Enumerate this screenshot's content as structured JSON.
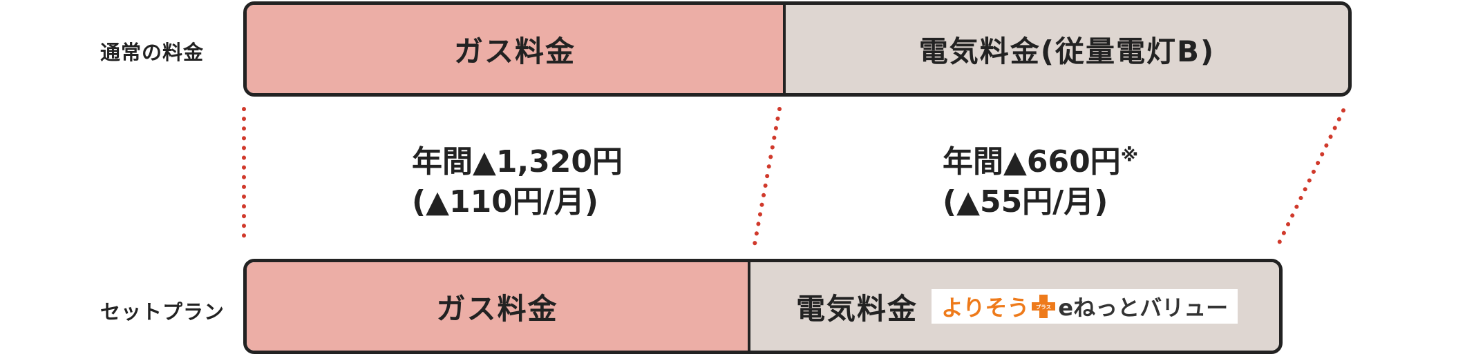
{
  "labels": {
    "normal": "通常の料金",
    "set_plan": "セットプラン"
  },
  "normal_bar": {
    "gas": "ガス料金",
    "electric": "電気料金(従量電灯B)"
  },
  "savings": {
    "gas_annual": "年間▲1,320円",
    "gas_monthly": "(▲110円/月)",
    "electric_annual": "年間▲660円",
    "electric_note_mark": "※",
    "electric_monthly": "(▲55円/月)"
  },
  "set_bar": {
    "gas": "ガス料金",
    "electric": "電気料金",
    "badge": {
      "brand": "よりそう",
      "plus_icon": "plus-icon",
      "plus_text": "プラス",
      "product": "eねっとバリュー"
    }
  },
  "colors": {
    "gas": "#ecaea6",
    "electric": "#ded6d1",
    "dotted_line": "#d0392b",
    "brand_orange": "#ee7a1a"
  }
}
